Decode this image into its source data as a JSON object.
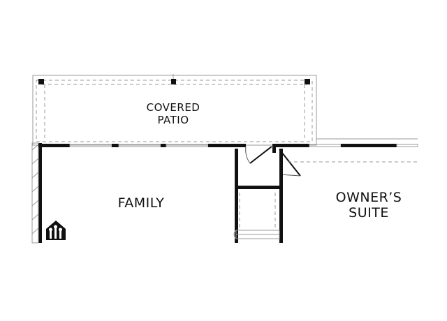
{
  "rooms": {
    "covered_patio": {
      "line1": "COVERED",
      "line2": "PATIO"
    },
    "family": {
      "label": "FAMILY"
    },
    "owners_suite": {
      "line1": "OWNER’S",
      "line2": "SUITE"
    }
  },
  "colors": {
    "wall": "#111111",
    "dashed_outline": "#9a9a9a",
    "background": "#ffffff"
  },
  "icons": [
    "home-logo-icon"
  ]
}
